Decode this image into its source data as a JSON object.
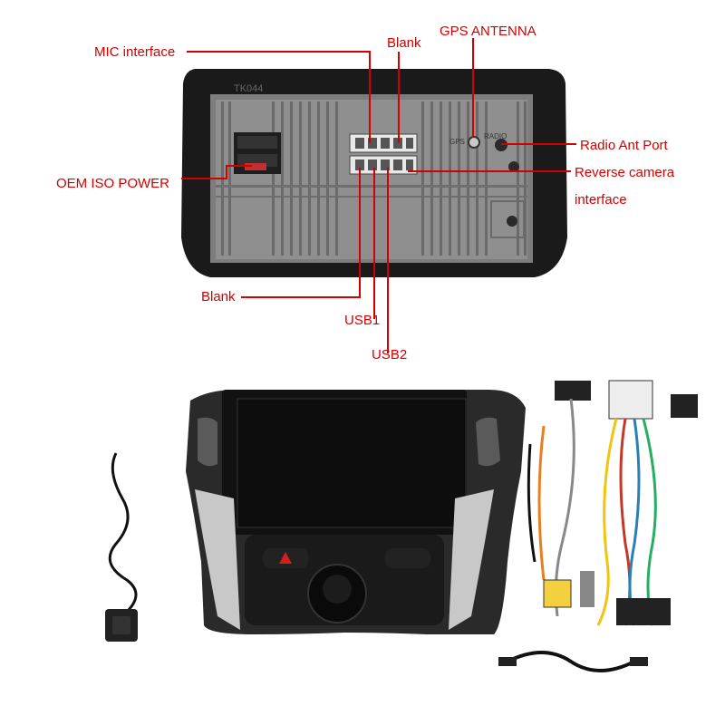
{
  "labels": {
    "mic_interface": "MIC interface",
    "blank_top": "Blank",
    "gps_antenna": "GPS ANTENNA",
    "oem_iso_power": "OEM ISO POWER",
    "radio_ant_port": "Radio Ant Port",
    "reverse_camera_line1": "Reverse camera",
    "reverse_camera_line2": "interface",
    "blank_bottom": "Blank",
    "usb1": "USB1",
    "usb2": "USB2"
  },
  "unit_markings": {
    "model_text": "TK044",
    "gps_port": "GPS",
    "radio_port": "RADIO"
  },
  "colors": {
    "callout": "#d40000",
    "unit_body": "#1a1a1a",
    "heatsink": "#8a8a8a",
    "bezel": "#2a2a2a"
  }
}
